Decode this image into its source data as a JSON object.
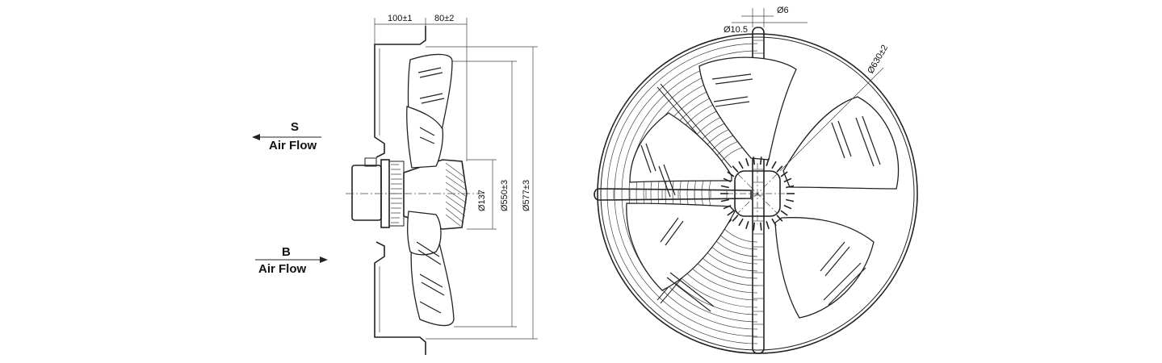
{
  "side_view": {
    "flow_s": {
      "letter": "S",
      "label": "Air Flow"
    },
    "flow_b": {
      "letter": "B",
      "label": "Air Flow"
    },
    "dims": {
      "depth_1": "100±1",
      "depth_2": "80±2",
      "hub_dia": "Ø137",
      "blade_dia": "Ø550±3",
      "guard_dia": "Ø577±3"
    }
  },
  "front_view": {
    "dims": {
      "hole_dia": "Ø10.5",
      "wire_dia": "Ø6",
      "pcd_dia": "Ø630±2"
    }
  }
}
